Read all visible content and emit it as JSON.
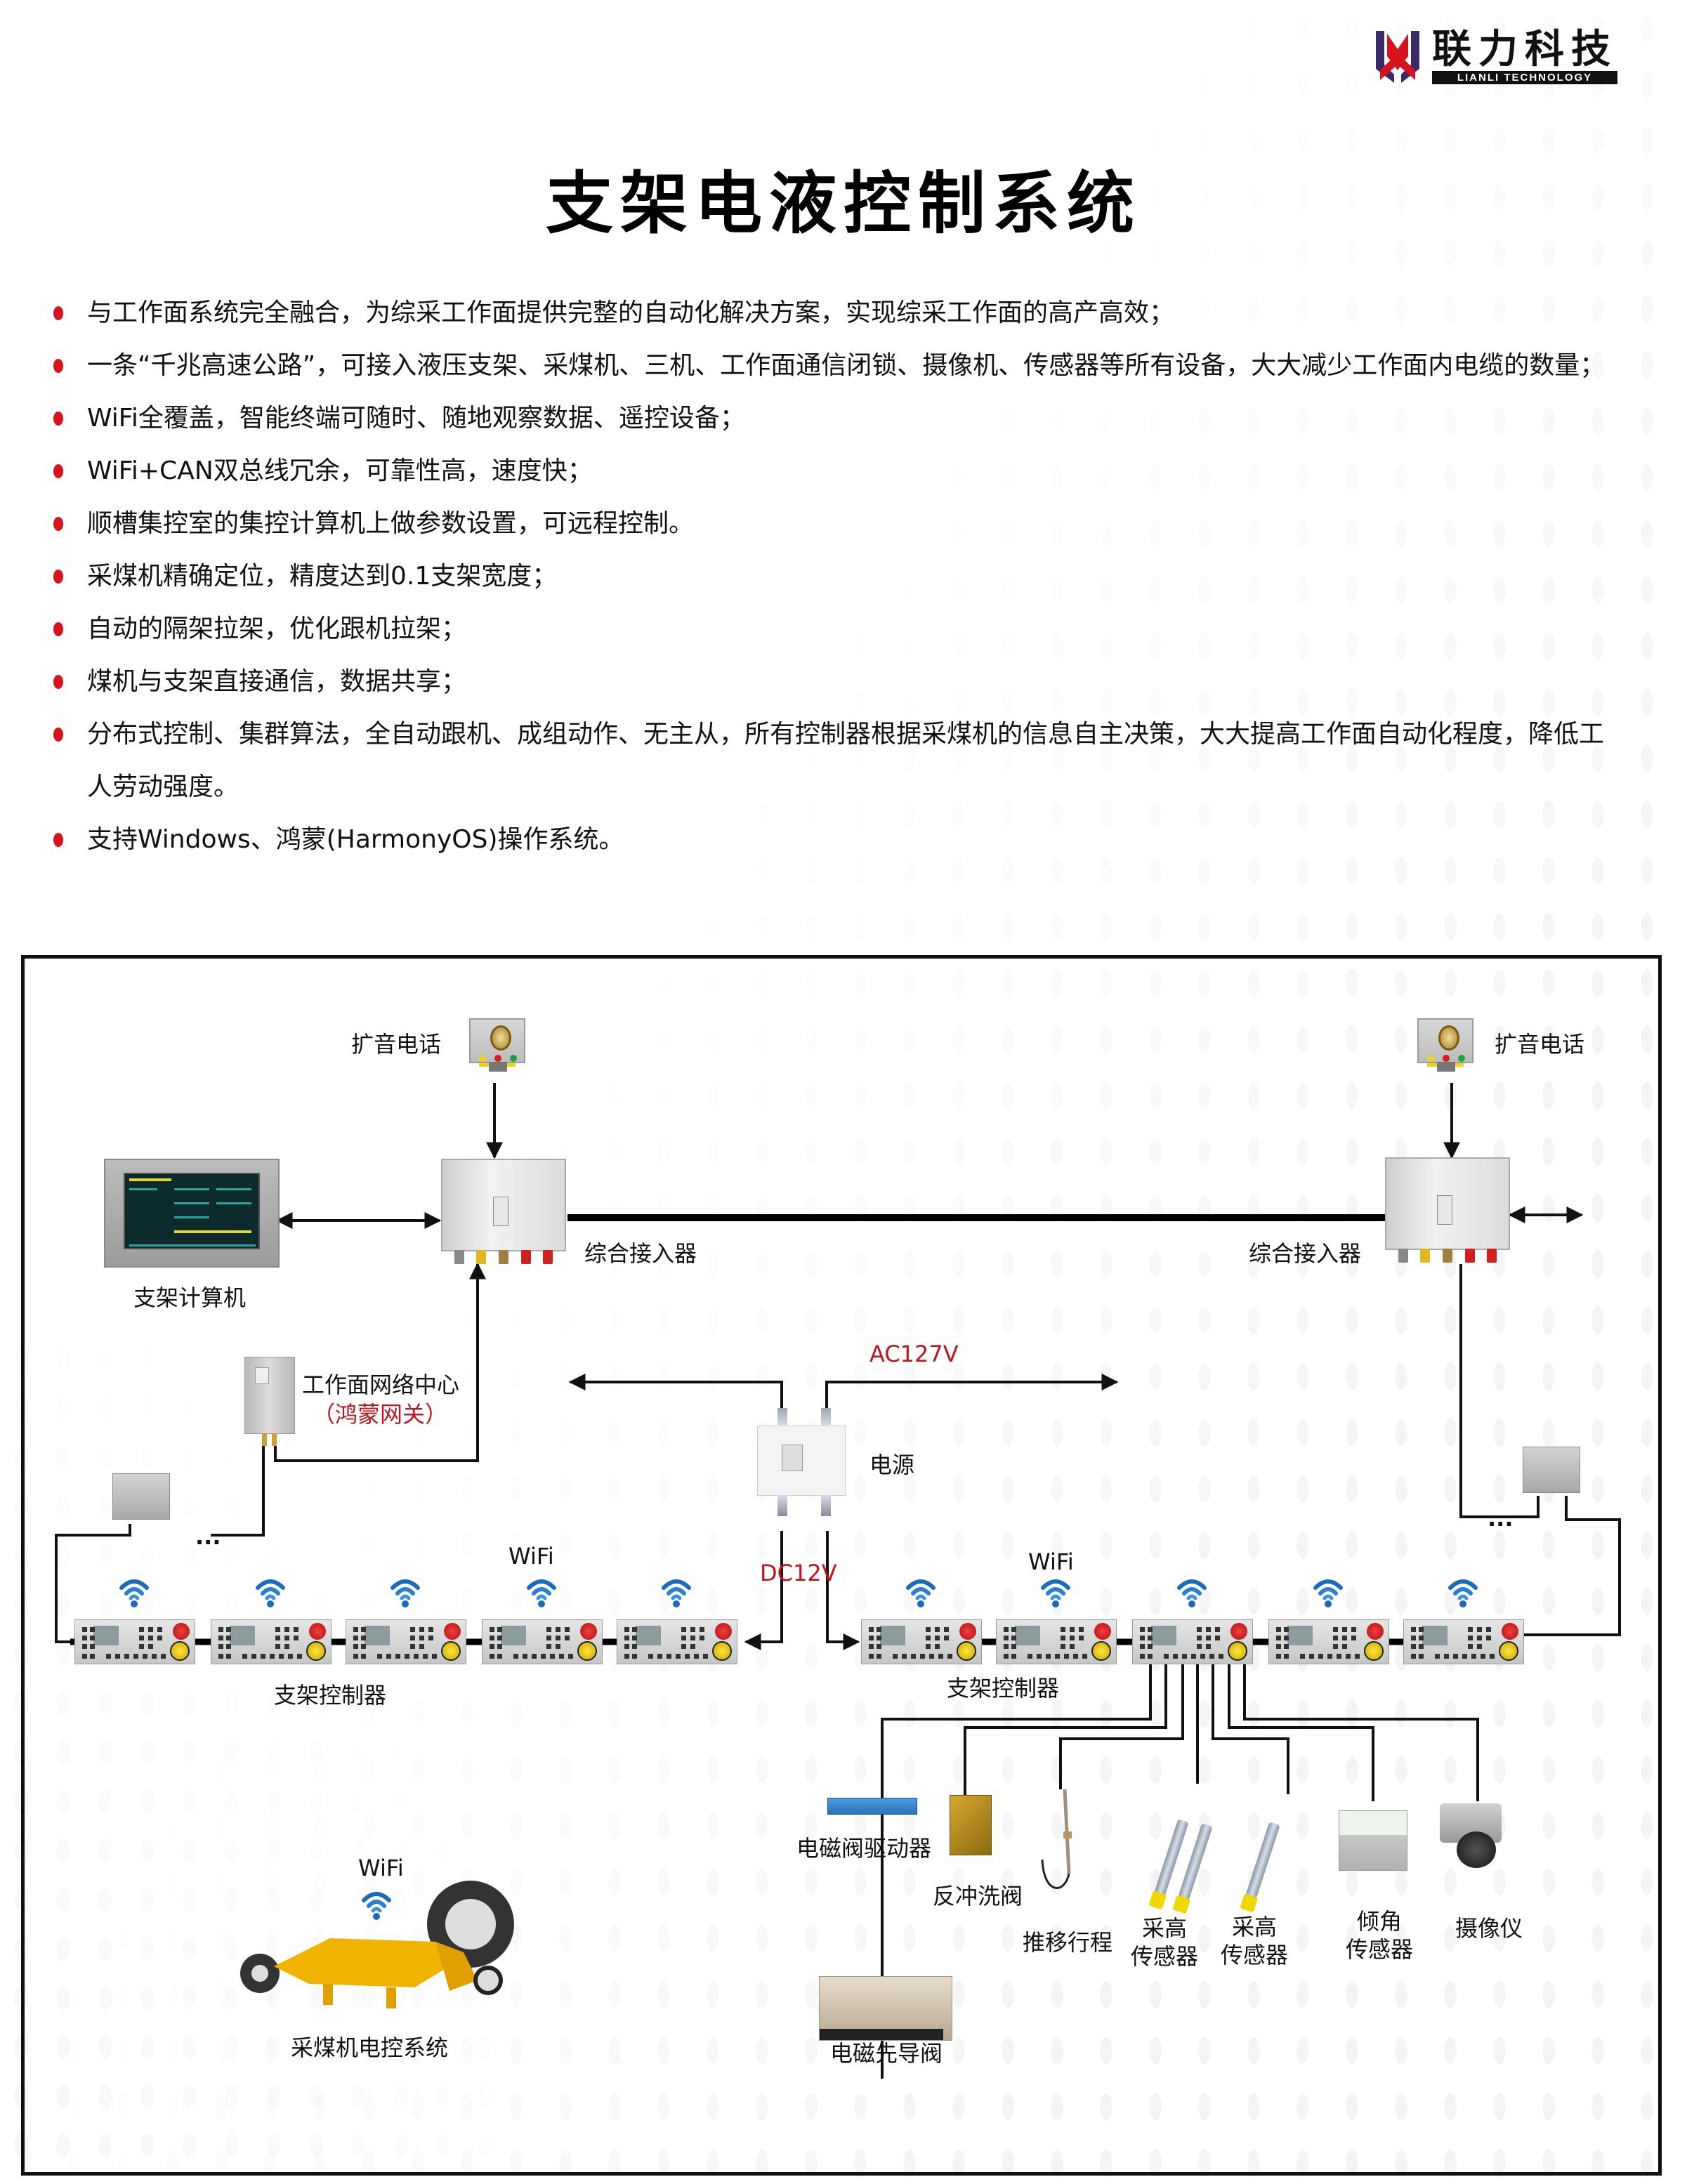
{
  "brand": {
    "name_cn": "联力科技",
    "name_en": "LIANLI TECHNOLOGY",
    "colors": {
      "primary_red": "#d7141e",
      "mark_purple": "#3a2a6a"
    }
  },
  "title": "支架电液控制系统",
  "features": [
    "与工作面系统完全融合，为综采工作面提供完整的自动化解决方案，实现综采工作面的高产高效；",
    "一条“千兆高速公路”，可接入液压支架、采煤机、三机、工作面通信闭锁、摄像机、传感器等所有设备，大大减少工作面内电缆的数量；",
    "WiFi全覆盖，智能终端可随时、随地观察数据、遥控设备；",
    "WiFi+CAN双总线冗余，可靠性高，速度快；",
    "顺槽集控室的集控计算机上做参数设置，可远程控制。",
    "采煤机精确定位，精度达到0.1支架宽度；",
    "自动的隔架拉架，优化跟机拉架；",
    "煤机与支架直接通信，数据共享；",
    "分布式控制、集群算法，全自动跟机、成组动作、无主从，所有控制器根据采煤机的信息自主决策，大大提高工作面自动化程度，降低工人劳动强度。",
    "支持Windows、鸿蒙(HarmonyOS)操作系统。"
  ],
  "diagram": {
    "speaker_left": "扩音电话",
    "speaker_right": "扩音电话",
    "access_left": "综合接入器",
    "access_right": "综合接入器",
    "support_computer": "支架计算机",
    "network_center": "工作面网络中心",
    "network_center_sub": "（鸿蒙网关）",
    "power_ac": "AC127V",
    "power_dc": "DC12V",
    "power_supply": "电源",
    "wifi_left": "WiFi",
    "wifi_right": "WiFi",
    "wifi_shearer": "WiFi",
    "controllers_left": "支架控制器",
    "controllers_right": "支架控制器",
    "valve_driver": "电磁阀驱动器",
    "flush_valve": "反冲洗阀",
    "push_stroke": "推移行程",
    "height_sensor_1": "采高\n传感器",
    "height_sensor_2": "采高\n传感器",
    "tilt_sensor": "倾角\n传感器",
    "camera": "摄像仪",
    "pilot_valve": "电磁先导阀",
    "shearer": "采煤机电控系统",
    "ellipsis": "..."
  }
}
